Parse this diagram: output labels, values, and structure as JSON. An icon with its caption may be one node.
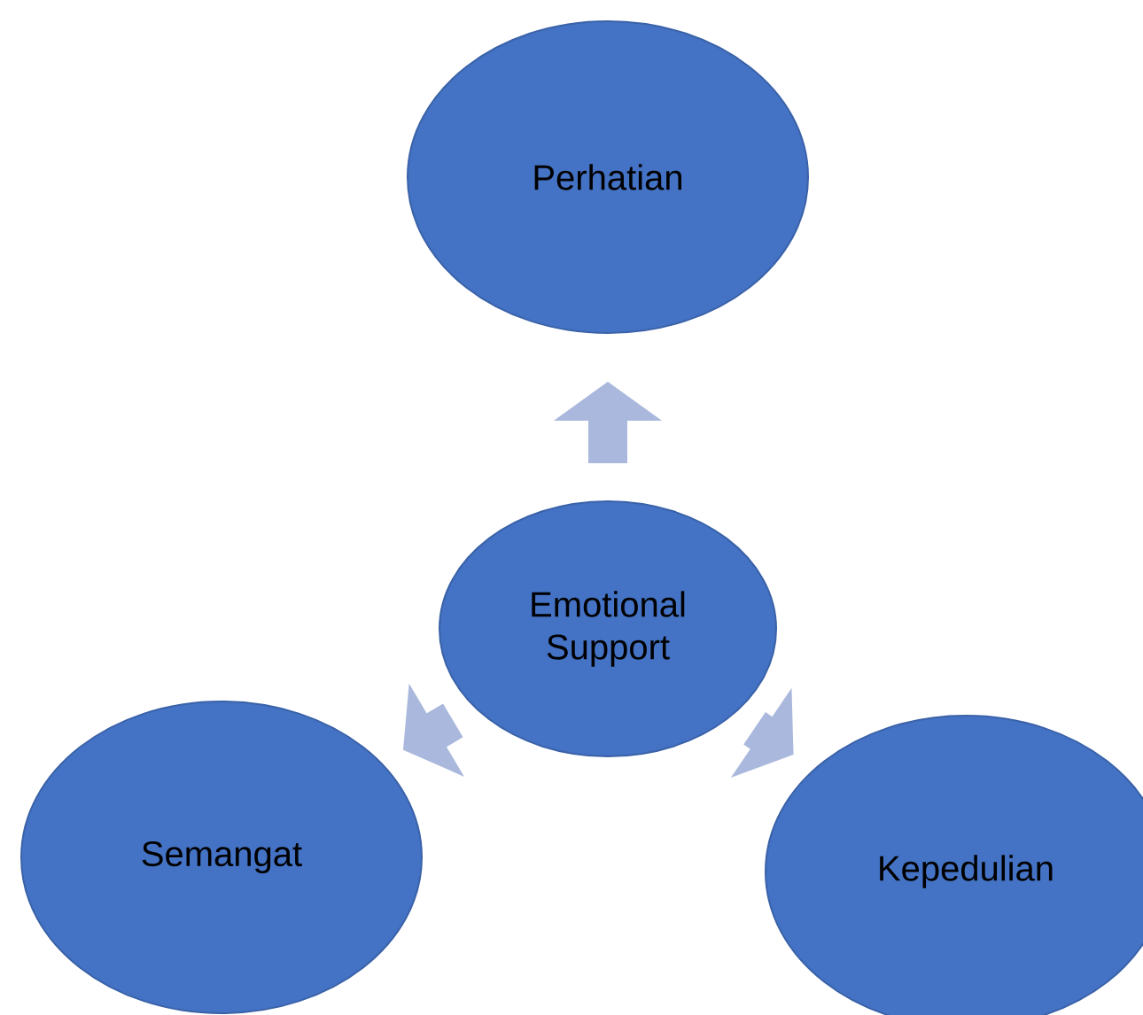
{
  "diagram": {
    "nodes": [
      {
        "text": [
          "Perhatian"
        ]
      },
      {
        "text": [
          "Emotional Support"
        ]
      },
      {
        "text": [
          "Semangat"
        ]
      },
      {
        "text": [
          "Kepedulian"
        ]
      }
    ],
    "edges": [
      {
        "from": 1,
        "to": 0,
        "arrow": "to"
      },
      {
        "from": 1,
        "to": 2,
        "arrow": "to"
      },
      {
        "from": 1,
        "to": 3,
        "arrow": "to"
      }
    ]
  }
}
